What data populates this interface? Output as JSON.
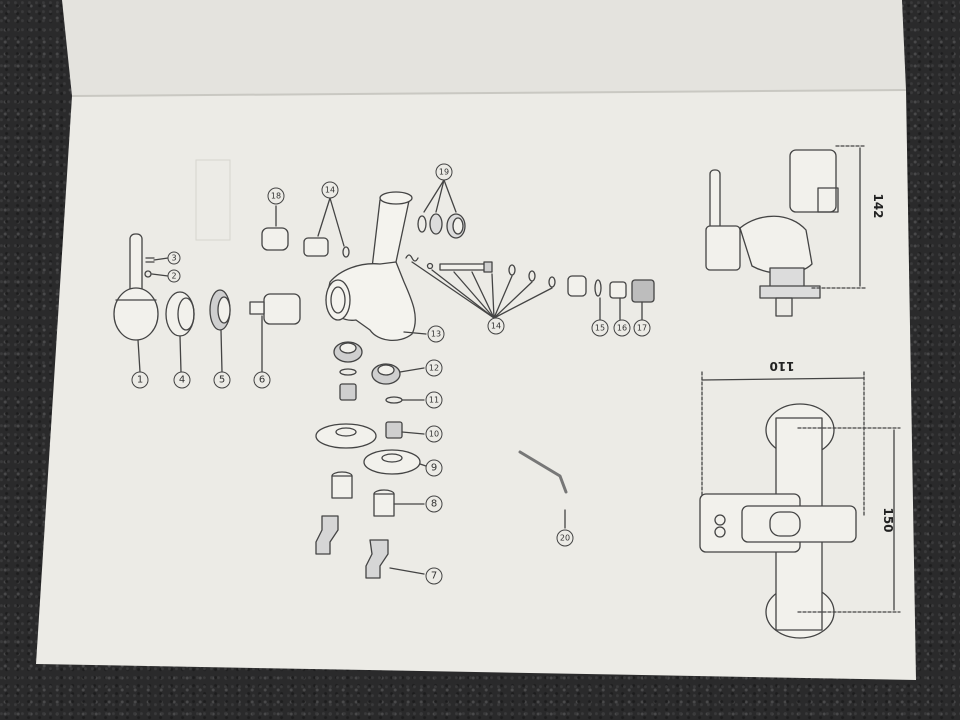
{
  "part_labels": {
    "p1": "1",
    "p2": "2",
    "p3": "3",
    "p4": "4",
    "p5": "5",
    "p6": "6",
    "p7": "7",
    "p8": "8",
    "p9": "9",
    "p10": "10",
    "p11": "11",
    "p12": "12",
    "p13": "13",
    "p14a": "14",
    "p14b": "14",
    "p15": "15",
    "p16": "16",
    "p17": "17",
    "p18": "18",
    "p19": "19",
    "p20": "20"
  },
  "dimensions": {
    "height": "142",
    "width": "110",
    "centers": "150"
  },
  "colors": {
    "paper": "#ecebe6",
    "paper_shadow": "#d9d8d2",
    "ink": "#444444",
    "countertop": "#2a2a2b"
  }
}
